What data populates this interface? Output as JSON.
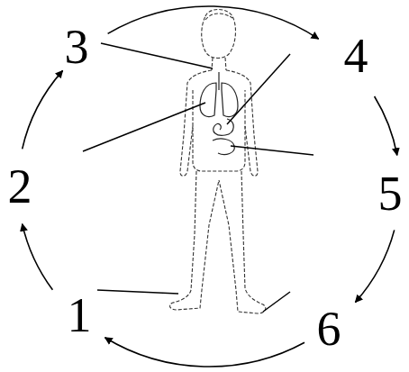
{
  "diagram": {
    "labels": [
      "3",
      "4",
      "2",
      "5",
      "1",
      "6"
    ]
  }
}
